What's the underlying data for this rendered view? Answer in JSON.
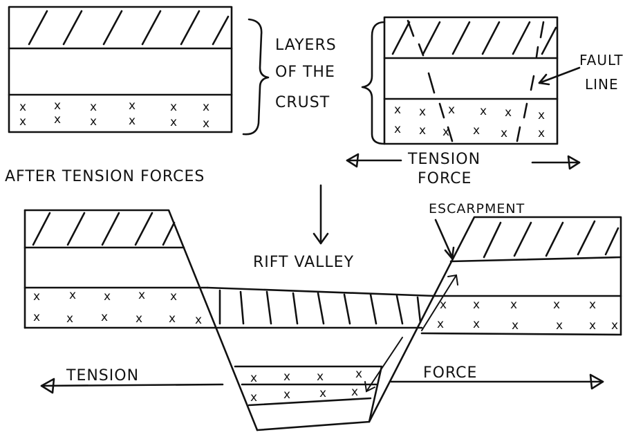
{
  "labels": {
    "layers_line1": "LAYERS",
    "layers_line2": "OF THE",
    "layers_line3": "CRUST",
    "fault_line1": "FAULT",
    "fault_line2": "LINE",
    "tension_force_top_line1": "TENSION",
    "tension_force_top_line2": "FORCE",
    "after_tension": "AFTER TENSION FORCES",
    "rift_valley": "RIFT VALLEY",
    "escarpment": "ESCARPMENT",
    "tension_bottom": "TENSION",
    "force_bottom": "FORCE"
  },
  "marks": {
    "rock_symbol": "x"
  }
}
